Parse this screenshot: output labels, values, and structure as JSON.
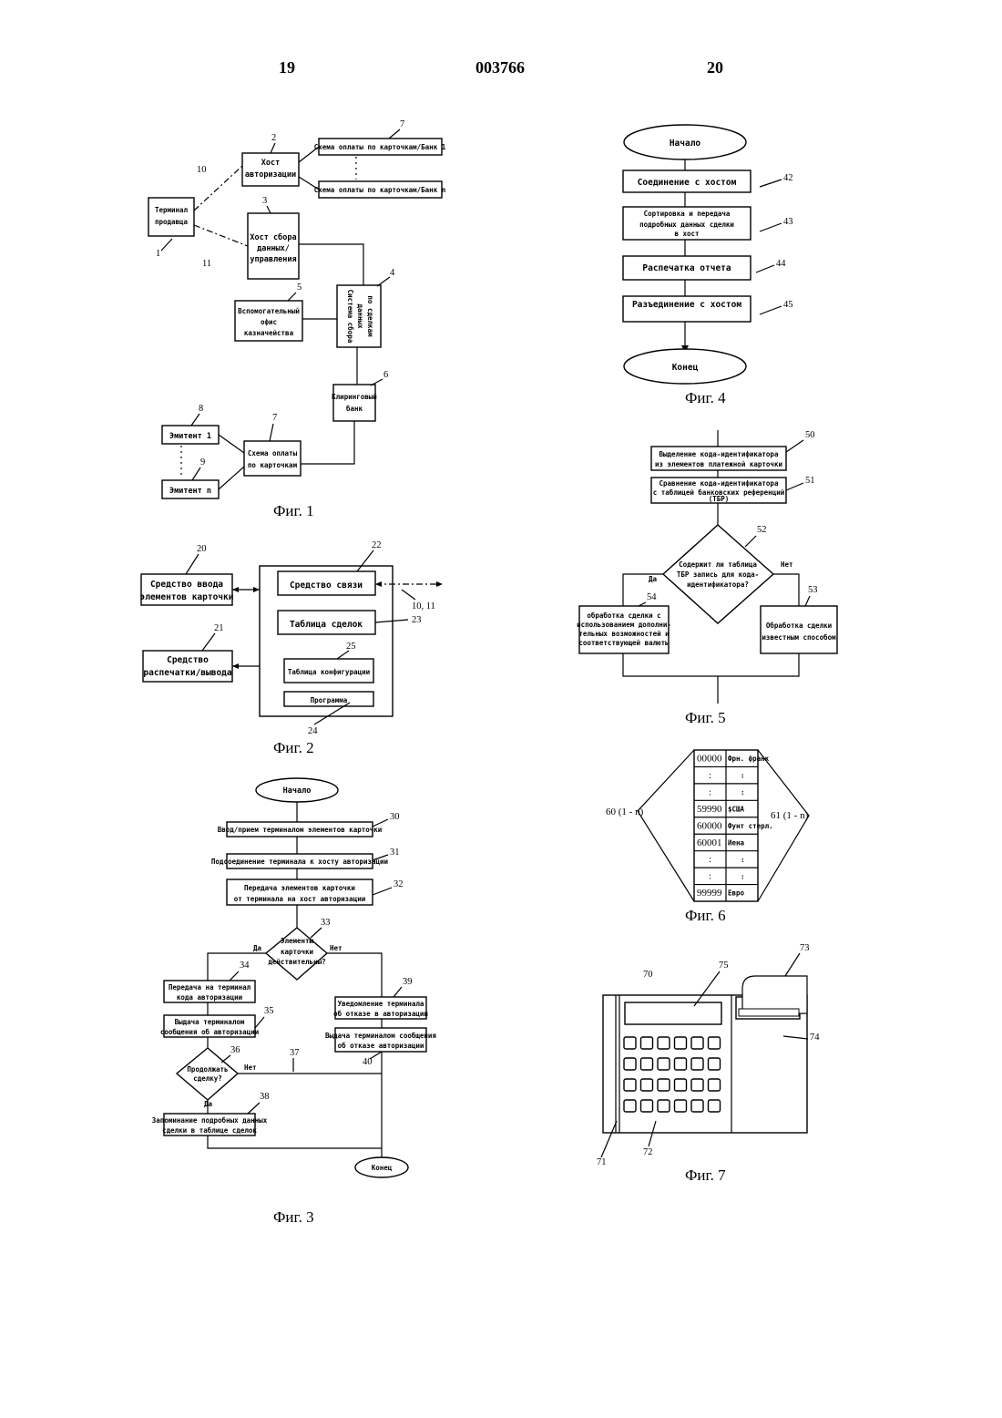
{
  "header": {
    "page_left": "19",
    "doc_number": "003766",
    "page_right": "20"
  },
  "fig1": {
    "caption": "Фиг. 1",
    "terminal": [
      "Терминал",
      "продавца"
    ],
    "auth_host": [
      "Хост",
      "авторизации"
    ],
    "scheme_bank_1": "Схема оплаты по карточкам/Банк 1",
    "scheme_bank_n": "Схема оплаты по карточкам/Банк n",
    "collect_host": [
      "Хост сбора",
      "данных/",
      "управления"
    ],
    "collect_system": [
      "Система сбора",
      "данных",
      "по сделкам"
    ],
    "aux_office": [
      "Вспомогательный",
      "офис",
      "казначейства"
    ],
    "clearing_bank": [
      "Клиринговый",
      "банк"
    ],
    "card_scheme": [
      "Схема оплаты",
      "по карточкам"
    ],
    "issuer_1": "Эмитент 1",
    "issuer_n": "Эмитент n",
    "refs": [
      "1",
      "2",
      "3",
      "4",
      "5",
      "6",
      "7",
      "7",
      "8",
      "9",
      "10",
      "11"
    ]
  },
  "fig2": {
    "caption": "Фиг. 2",
    "card_input": [
      "Средство ввода",
      "элементов карточки"
    ],
    "print_output": [
      "Средство",
      "распечатки/вывода"
    ],
    "comm_means": "Средство связи",
    "deal_table": "Таблица сделок",
    "config_table": "Таблица конфигурации",
    "program": "Программа",
    "refs": [
      "20",
      "21",
      "22",
      "23",
      "24",
      "25",
      "10, 11"
    ]
  },
  "fig3": {
    "caption": "Фиг. 3",
    "start": "Начало",
    "step30": "Ввод/прием терминалом элементов карточки",
    "step31": "Подсоединение терминала к хосту авторизации",
    "step32": [
      "Передача элементов карточки",
      "от терминала на хост авторизации"
    ],
    "decision33": [
      "Элементы",
      "карточки",
      "действительны?"
    ],
    "yes": "Да",
    "no": "Нет",
    "step34": [
      "Передача на терминал",
      "кода авторизации"
    ],
    "step35": [
      "Выдача терминалом",
      "сообщения об авторизации"
    ],
    "decision36": [
      "Продолжать",
      "сделку?"
    ],
    "step38": [
      "Запоминание подробных данных",
      "сделки в таблице сделок"
    ],
    "step39": [
      "Уведомление терминала",
      "об отказе в авторизации"
    ],
    "step40": [
      "Выдача терминалом сообщения",
      "об отказе авторизации"
    ],
    "end": "Конец",
    "refs": [
      "30",
      "31",
      "32",
      "33",
      "34",
      "35",
      "36",
      "37",
      "38",
      "39",
      "40"
    ]
  },
  "fig4": {
    "caption": "Фиг. 4",
    "start": "Начало",
    "step42": "Соединение с хостом",
    "step43": [
      "Сортировка и передача",
      "подробных данных сделки",
      "в хост"
    ],
    "step44": "Распечатка отчета",
    "step45": "Разъединение с хостом",
    "end": "Конец",
    "refs": [
      "42",
      "43",
      "44",
      "45"
    ]
  },
  "fig5": {
    "caption": "Фиг. 5",
    "step50": [
      "Выделение кода-идентификатора",
      "из элементов платежной карточки"
    ],
    "step51": [
      "Сравнение кода-идентификатора",
      "с таблицей банковских референций",
      "(ТБР)"
    ],
    "decision52": [
      "Содержит ли таблица",
      "ТБР запись для кода-",
      "идентификатора?"
    ],
    "yes": "Да",
    "no": "Нет",
    "step54": [
      "обработка сделки с",
      "использованием дополни-",
      "тельных возможностей и",
      "соответствующей валюты"
    ],
    "step53": [
      "Обработка сделки",
      "известным способом"
    ],
    "refs": [
      "50",
      "51",
      "52",
      "53",
      "54"
    ]
  },
  "fig6": {
    "caption": "Фиг. 6",
    "label_left": "60 (1 - n)",
    "label_right": "61 (1 - n)",
    "rows": [
      {
        "code": "00000",
        "value": "Фрн. франк"
      },
      {
        "code": ":",
        "value": ":"
      },
      {
        "code": ":",
        "value": ":"
      },
      {
        "code": "59990",
        "value": "$США"
      },
      {
        "code": "60000",
        "value": "Фунт стерл."
      },
      {
        "code": "60001",
        "value": "Иена"
      },
      {
        "code": ":",
        "value": ":"
      },
      {
        "code": ":",
        "value": ":"
      },
      {
        "code": "99999",
        "value": "Евро"
      }
    ]
  },
  "fig7": {
    "caption": "Фиг. 7",
    "refs": [
      "70",
      "71",
      "72",
      "73",
      "74",
      "75"
    ]
  }
}
